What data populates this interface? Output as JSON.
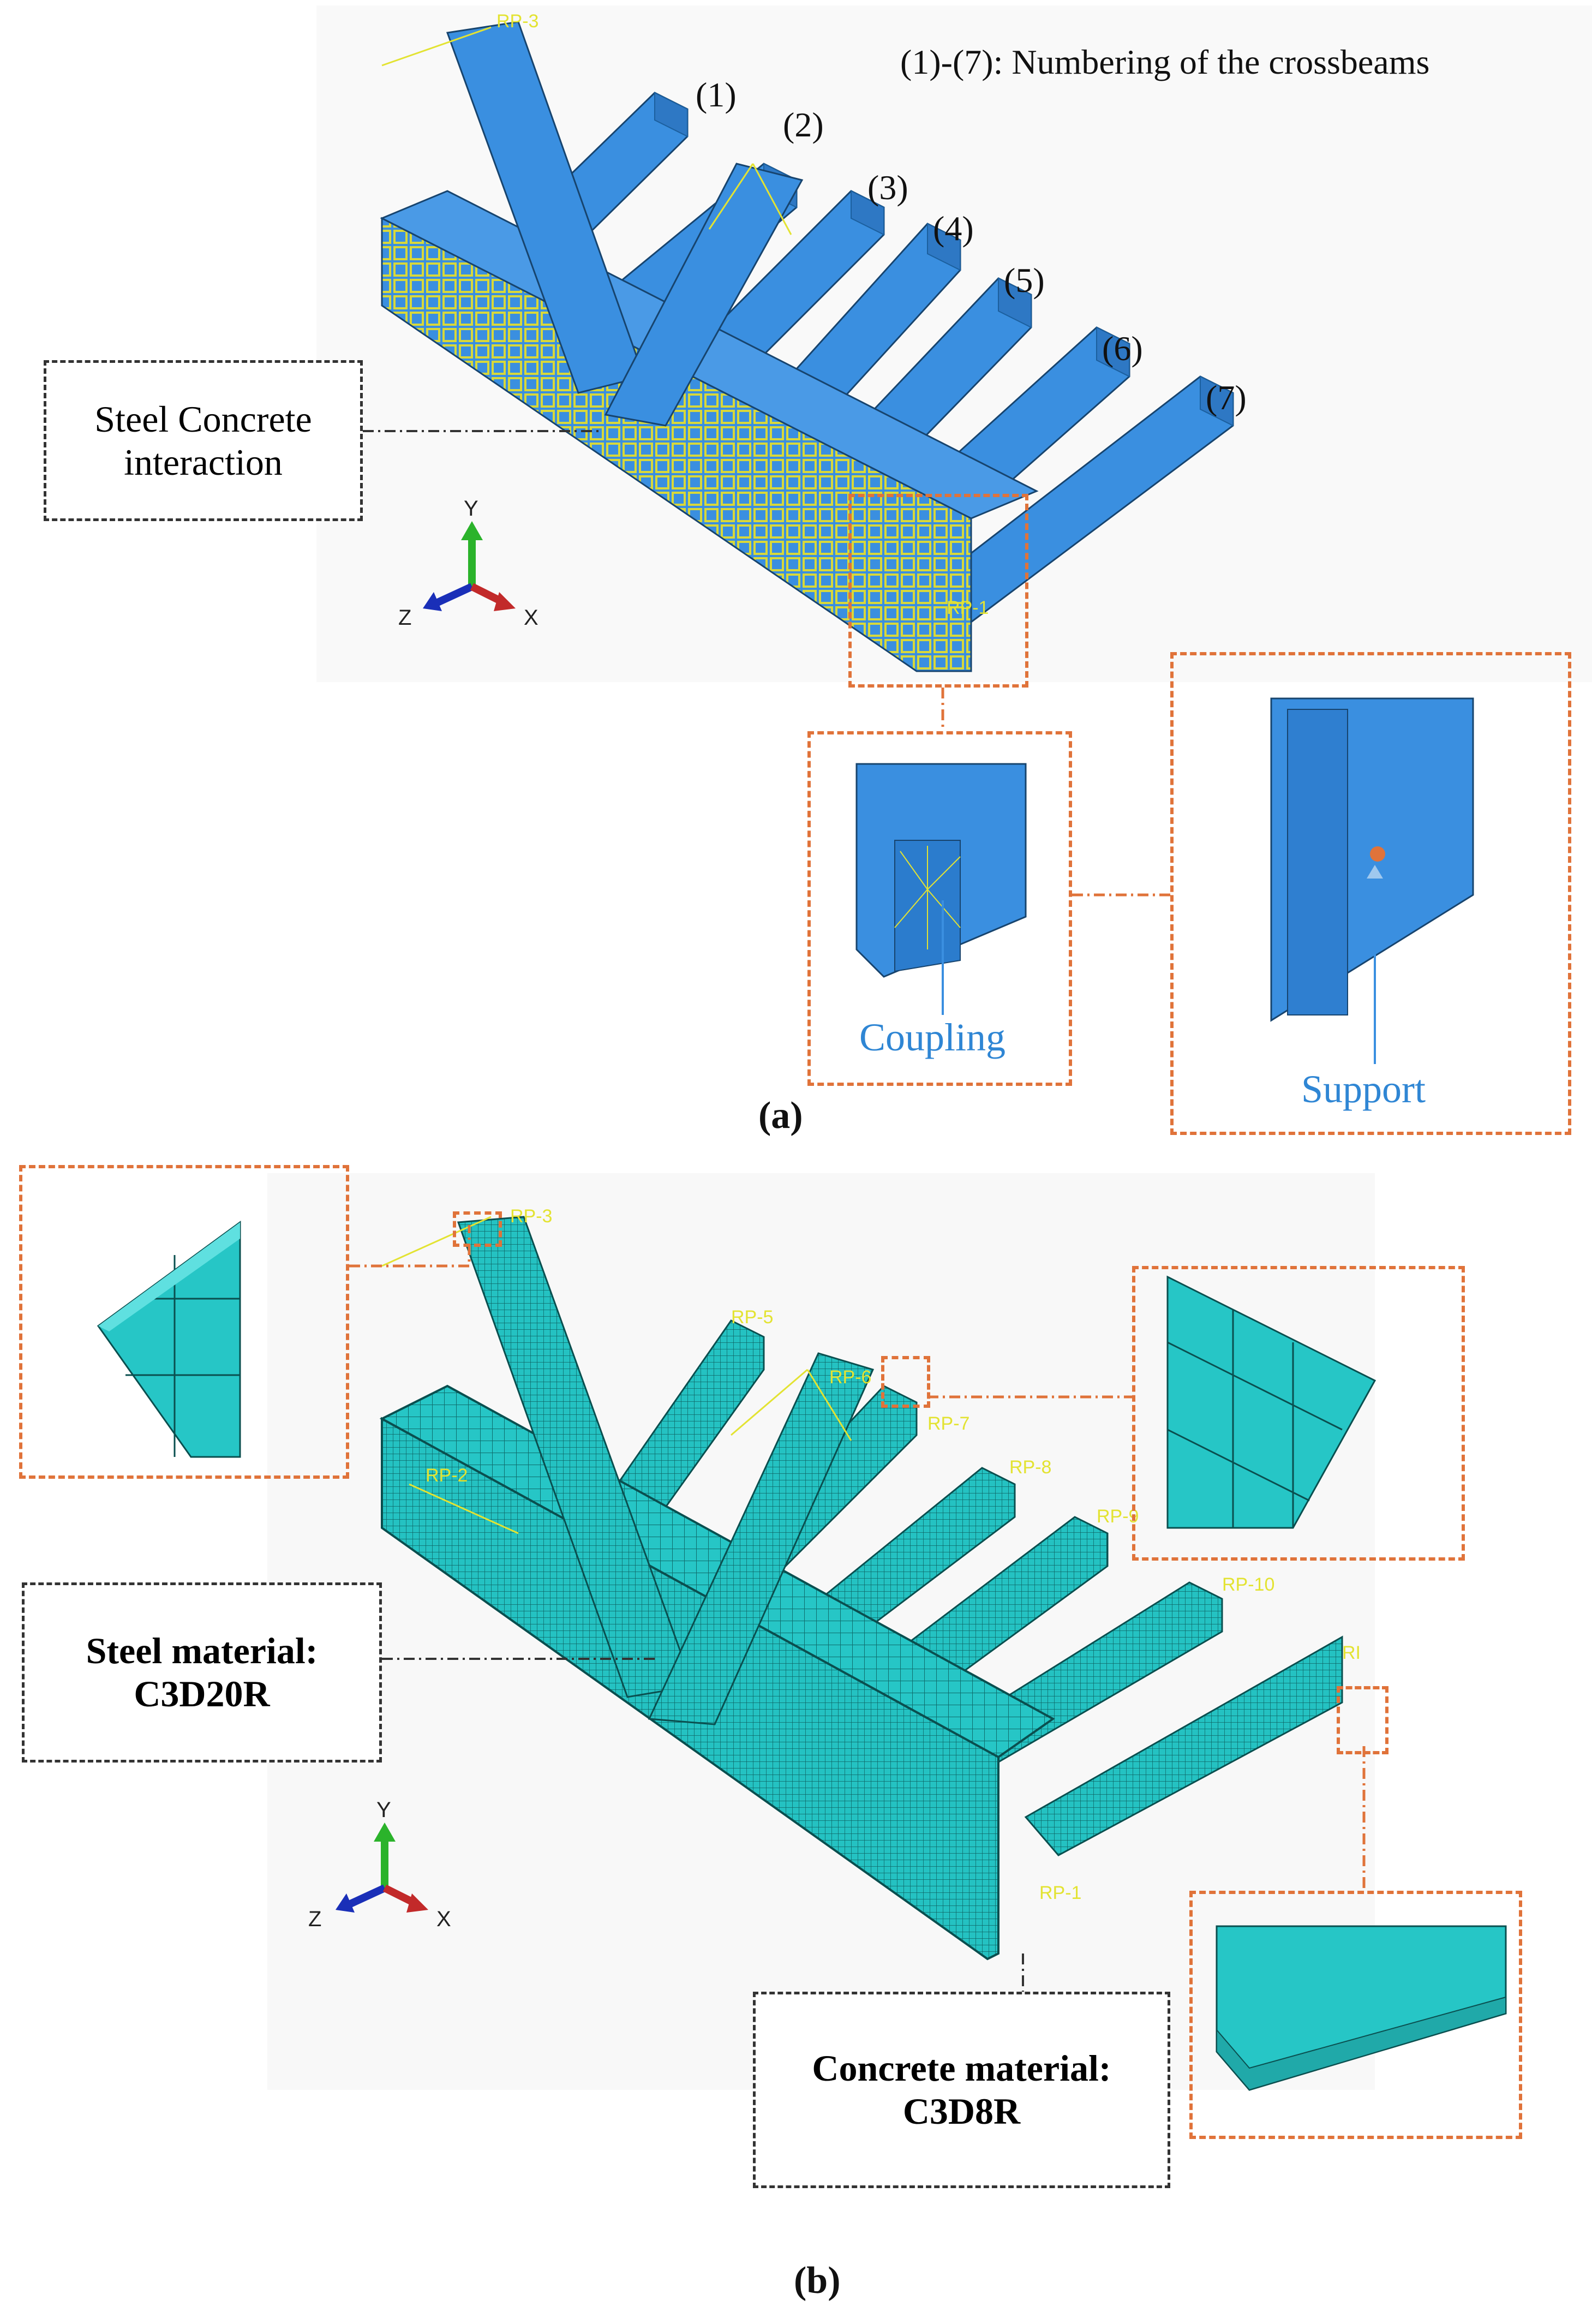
{
  "legend_note": "(1)-(7): Numbering of the crossbeams",
  "crossbeam_numbers": [
    "(1)",
    "(2)",
    "(3)",
    "(4)",
    "(5)",
    "(6)",
    "(7)"
  ],
  "panel_a": {
    "caption": "(a)",
    "interaction_label_line1": "Steel Concrete",
    "interaction_label_line2": "interaction",
    "coupling_label": "Coupling",
    "support_label": "Support",
    "rp_labels": [
      "RP-3",
      "RP-1"
    ]
  },
  "panel_b": {
    "caption": "(b)",
    "steel_label_line1": "Steel material:",
    "steel_label_line2": "C3D20R",
    "concrete_label_line1": "Concrete material:",
    "concrete_label_line2": "C3D8R",
    "rp_labels": [
      "RP-3",
      "RP-5",
      "RP-6",
      "RP-7",
      "RP-8",
      "RP-9",
      "RP-10",
      "RP-2",
      "RP-1",
      "RI"
    ]
  },
  "axes": {
    "y": "Y",
    "z": "Z",
    "x": "X"
  },
  "colors": {
    "steel_a": "#3a8fe0",
    "steel_b": "#22c8c8",
    "callout": "#e0733a",
    "marker": "#e3e332"
  }
}
